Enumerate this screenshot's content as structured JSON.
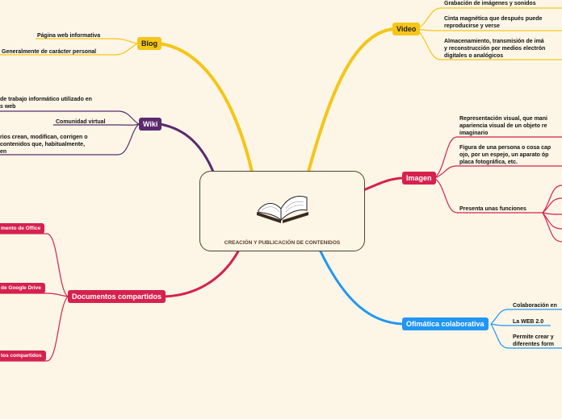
{
  "center": {
    "title": "CREACIÓN Y PUBLICACIÓN DE CONTENIDOS",
    "icon": "open-book-icon"
  },
  "colors": {
    "blog": "#f5c518",
    "video": "#f5c518",
    "wiki": "#5b2a6e",
    "imagen": "#d6214f",
    "docs": "#d6214f",
    "ofimatica": "#2196f3"
  },
  "blog": {
    "label": "Blog",
    "leaves": [
      "Página web informativa",
      "Generalmente de carácter personal"
    ]
  },
  "wiki": {
    "label": "Wiki",
    "leaves": [
      "de trabajo informático utilizado en",
      "s web",
      "Comunidad virtual",
      "rios crean, modifican, corrigen o",
      " contenidos que, habitualmente,",
      "en"
    ]
  },
  "docs": {
    "label": "Documentos compartidos",
    "leaves": [
      "mento de Office",
      "de Google Drive",
      "tos compartidos"
    ]
  },
  "video": {
    "label": "Video",
    "leaves": [
      "Grabación de imágenes y sonidos",
      "Cinta magnética que después puede",
      "reproducirse y verse",
      "Almacenamiento, transmisión de imá",
      "y reconstrucción por medios electrón",
      "digitales o analógicos"
    ]
  },
  "imagen": {
    "label": "Imagen",
    "leaves": [
      "Representación visual, que mani",
      "apariencia visual de un objeto re",
      "imaginario",
      "Figura de una persona o cosa cap",
      "ojo, por un espejo, un aparato óp",
      "placa fotográfica, etc.",
      "Presenta unas funciones"
    ]
  },
  "ofimatica": {
    "label": "Ofimática colaborativa",
    "leaves": [
      "Colaboración en",
      "La WEB 2.0",
      "Permite crear y",
      "diferentes form"
    ]
  }
}
